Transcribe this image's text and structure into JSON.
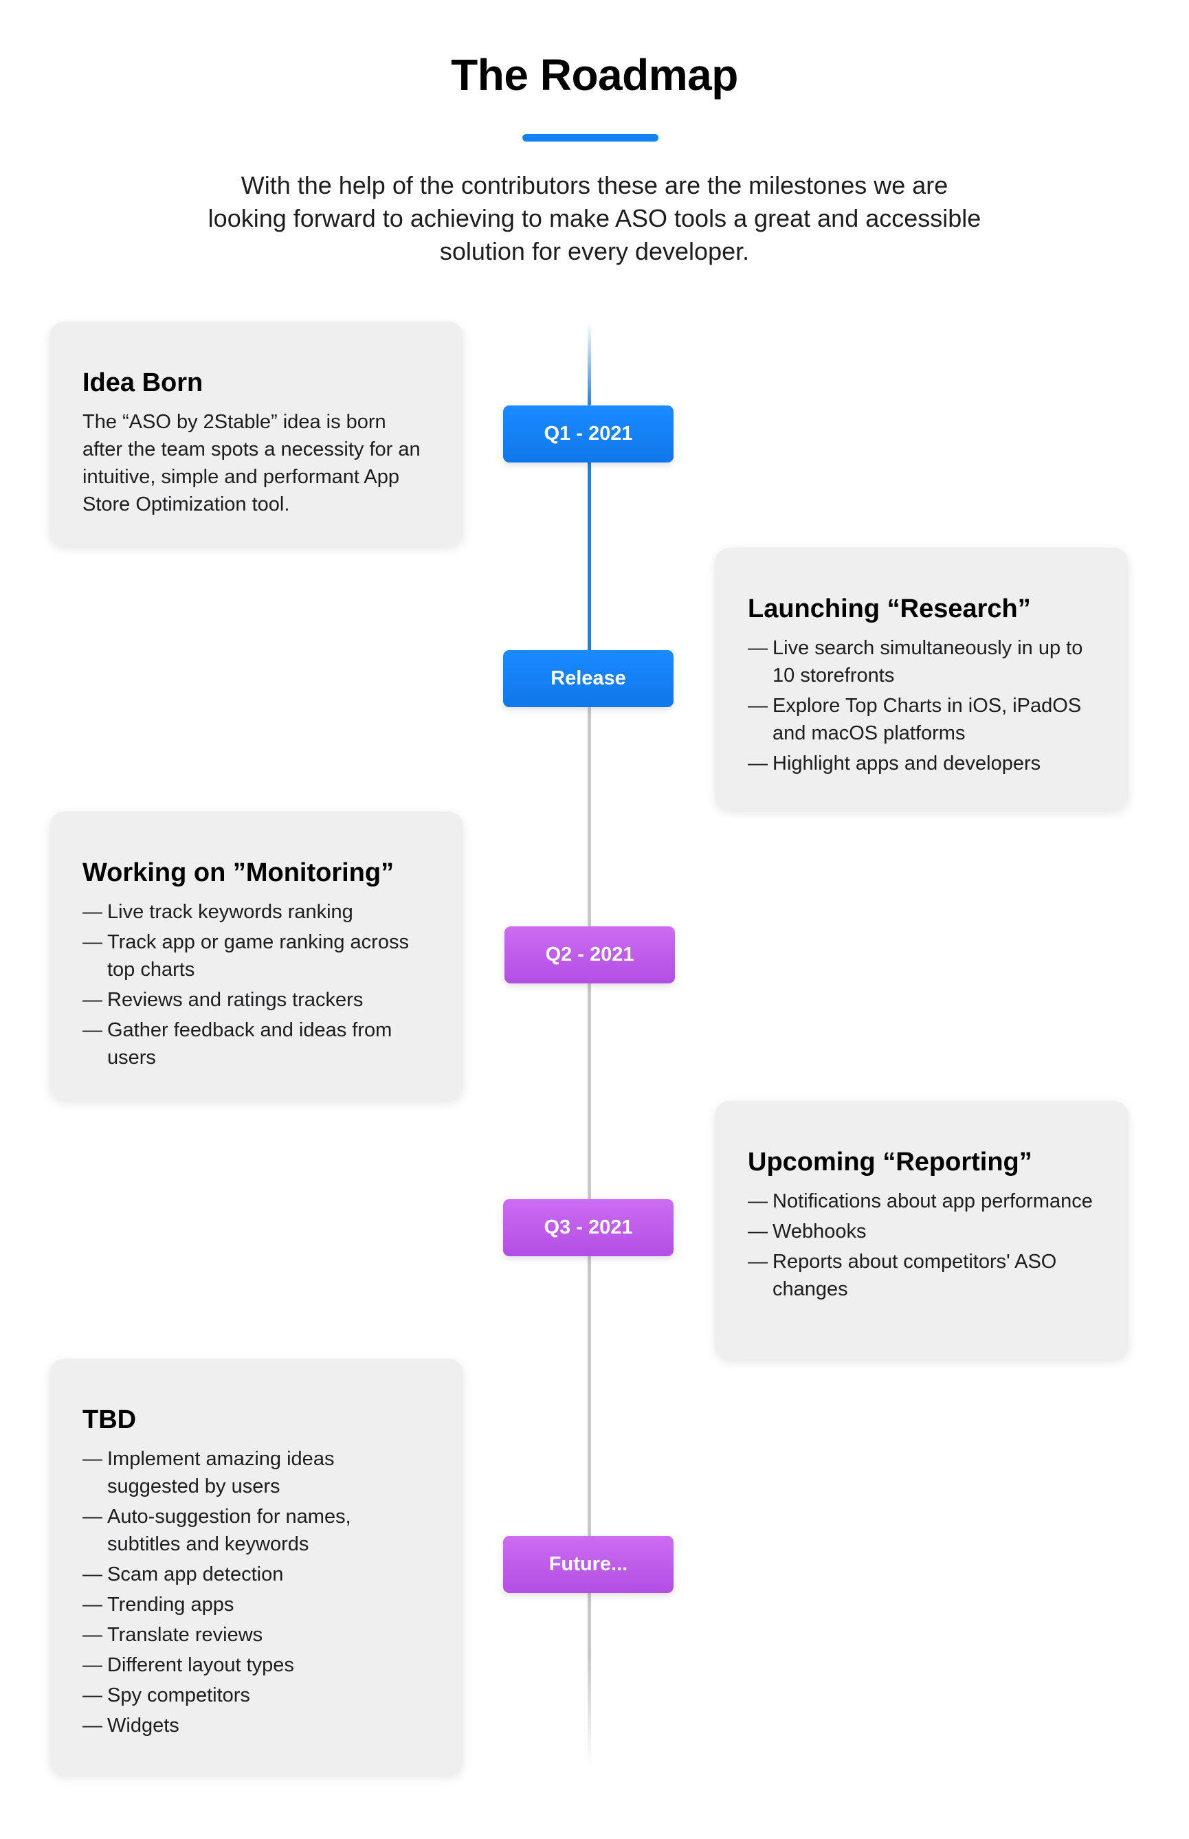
{
  "header": {
    "title": "The Roadmap",
    "accent_color": "#1582f3",
    "subtitle": "With the help of the contributors these are the milestones we are looking forward to achieving to make ASO tools a great and accessible solution for every developer."
  },
  "milestones": [
    {
      "label": "Q1 - 2021",
      "color": "blue"
    },
    {
      "label": "Release",
      "color": "blue"
    },
    {
      "label": "Q2 - 2021",
      "color": "purple"
    },
    {
      "label": "Q3 - 2021",
      "color": "purple"
    },
    {
      "label": "Future...",
      "color": "purple"
    }
  ],
  "cards": [
    {
      "title": "Idea Born",
      "text": "The “ASO by 2Stable” idea is born after the team spots a necessity for an intuitive, simple and performant App Store Optimization tool."
    },
    {
      "title": "Launching “Research”",
      "items": [
        "Live search simultaneously in up to 10 storefronts",
        "Explore Top Charts in iOS, iPadOS and macOS platforms",
        "Highlight apps and developers"
      ]
    },
    {
      "title": "Working on ”Monitoring”",
      "items": [
        "Live track keywords ranking",
        "Track app or game ranking across top charts",
        "Reviews and ratings trackers",
        "Gather feedback and ideas from users"
      ]
    },
    {
      "title": "Upcoming “Reporting”",
      "items": [
        "Notifications about app performance",
        "Webhooks",
        "Reports about competitors' ASO changes"
      ]
    },
    {
      "title": "TBD",
      "items": [
        "Implement amazing ideas suggested by users",
        "Auto-suggestion for names, subtitles and keywords",
        "Scam app detection",
        "Trending apps",
        "Translate reviews",
        "Different layout types",
        "Spy competitors",
        "Widgets"
      ]
    }
  ],
  "bullet_glyph": "—"
}
